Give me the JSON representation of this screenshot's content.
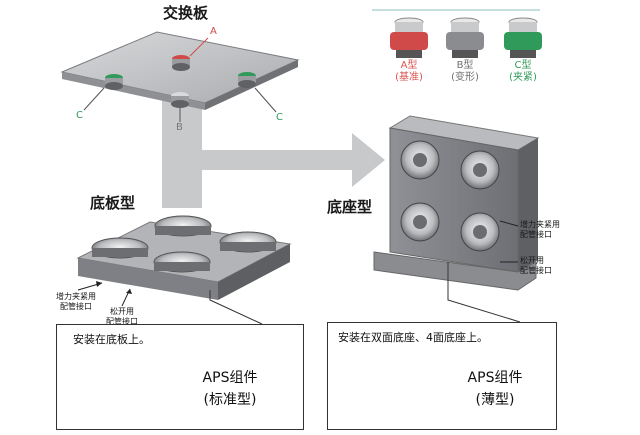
{
  "titles": {
    "exchange_plate": "交换板",
    "baseplate_type": "底板型",
    "base_type": "底座型"
  },
  "markers": {
    "a": "A",
    "b": "B",
    "c_left": "C",
    "c_right": "C"
  },
  "types": [
    {
      "code": "A型",
      "name": "(基准)",
      "color": "#d9534f"
    },
    {
      "code": "B型",
      "name": "(变形)",
      "color": "#6f6f6f"
    },
    {
      "code": "C型",
      "name": "(夹紧)",
      "color": "#2f9a59"
    }
  ],
  "ports": {
    "left_clamp": "增力夹紧用\n配管接口",
    "left_release": "松开用\n配管接口",
    "right_clamp": "增力夹紧用\n配管接口",
    "right_release": "松开用\n配管接口"
  },
  "panels": {
    "left": {
      "caption": "安装在底板上。",
      "title": "APS组件",
      "subtitle": "(标准型)"
    },
    "right": {
      "caption": "安装在双面底座、4面底座上。",
      "title": "APS组件",
      "subtitle": "(薄型)"
    }
  }
}
